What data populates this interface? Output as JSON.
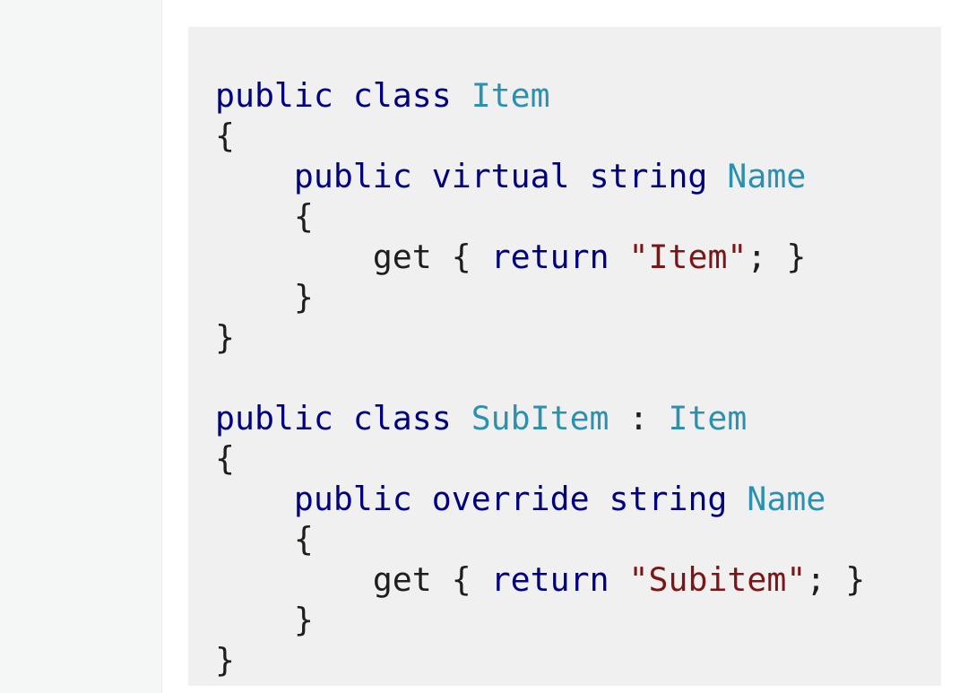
{
  "code": {
    "language": "csharp",
    "colors": {
      "keyword": "#00007f",
      "type": "#2b91af",
      "string": "#7a1616",
      "plain": "#1e1e1e",
      "background": "#f0f0f0",
      "sidebar": "#f5f7f6"
    },
    "lines": [
      [
        {
          "t": "kw",
          "v": "public"
        },
        {
          "t": "sp",
          "v": " "
        },
        {
          "t": "kw",
          "v": "class"
        },
        {
          "t": "sp",
          "v": " "
        },
        {
          "t": "typ",
          "v": "Item"
        }
      ],
      [
        {
          "t": "pun",
          "v": "{"
        }
      ],
      [
        {
          "t": "sp",
          "v": "    "
        },
        {
          "t": "kw",
          "v": "public"
        },
        {
          "t": "sp",
          "v": " "
        },
        {
          "t": "kw",
          "v": "virtual"
        },
        {
          "t": "sp",
          "v": " "
        },
        {
          "t": "kw",
          "v": "string"
        },
        {
          "t": "sp",
          "v": " "
        },
        {
          "t": "typ",
          "v": "Name"
        }
      ],
      [
        {
          "t": "sp",
          "v": "    "
        },
        {
          "t": "pun",
          "v": "{"
        }
      ],
      [
        {
          "t": "sp",
          "v": "        "
        },
        {
          "t": "id",
          "v": "get"
        },
        {
          "t": "sp",
          "v": " "
        },
        {
          "t": "pun",
          "v": "{"
        },
        {
          "t": "sp",
          "v": " "
        },
        {
          "t": "kw",
          "v": "return"
        },
        {
          "t": "sp",
          "v": " "
        },
        {
          "t": "str",
          "v": "\"Item\""
        },
        {
          "t": "pun",
          "v": ";"
        },
        {
          "t": "sp",
          "v": " "
        },
        {
          "t": "pun",
          "v": "}"
        }
      ],
      [
        {
          "t": "sp",
          "v": "    "
        },
        {
          "t": "pun",
          "v": "}"
        }
      ],
      [
        {
          "t": "pun",
          "v": "}"
        }
      ],
      [],
      [
        {
          "t": "kw",
          "v": "public"
        },
        {
          "t": "sp",
          "v": " "
        },
        {
          "t": "kw",
          "v": "class"
        },
        {
          "t": "sp",
          "v": " "
        },
        {
          "t": "typ",
          "v": "SubItem"
        },
        {
          "t": "sp",
          "v": " "
        },
        {
          "t": "pun",
          "v": ":"
        },
        {
          "t": "sp",
          "v": " "
        },
        {
          "t": "typ",
          "v": "Item"
        }
      ],
      [
        {
          "t": "pun",
          "v": "{"
        }
      ],
      [
        {
          "t": "sp",
          "v": "    "
        },
        {
          "t": "kw",
          "v": "public"
        },
        {
          "t": "sp",
          "v": " "
        },
        {
          "t": "kw",
          "v": "override"
        },
        {
          "t": "sp",
          "v": " "
        },
        {
          "t": "kw",
          "v": "string"
        },
        {
          "t": "sp",
          "v": " "
        },
        {
          "t": "typ",
          "v": "Name"
        }
      ],
      [
        {
          "t": "sp",
          "v": "    "
        },
        {
          "t": "pun",
          "v": "{"
        }
      ],
      [
        {
          "t": "sp",
          "v": "        "
        },
        {
          "t": "id",
          "v": "get"
        },
        {
          "t": "sp",
          "v": " "
        },
        {
          "t": "pun",
          "v": "{"
        },
        {
          "t": "sp",
          "v": " "
        },
        {
          "t": "kw",
          "v": "return"
        },
        {
          "t": "sp",
          "v": " "
        },
        {
          "t": "str",
          "v": "\"Subitem\""
        },
        {
          "t": "pun",
          "v": ";"
        },
        {
          "t": "sp",
          "v": " "
        },
        {
          "t": "pun",
          "v": "}"
        }
      ],
      [
        {
          "t": "sp",
          "v": "    "
        },
        {
          "t": "pun",
          "v": "}"
        }
      ],
      [
        {
          "t": "pun",
          "v": "}"
        }
      ]
    ]
  }
}
